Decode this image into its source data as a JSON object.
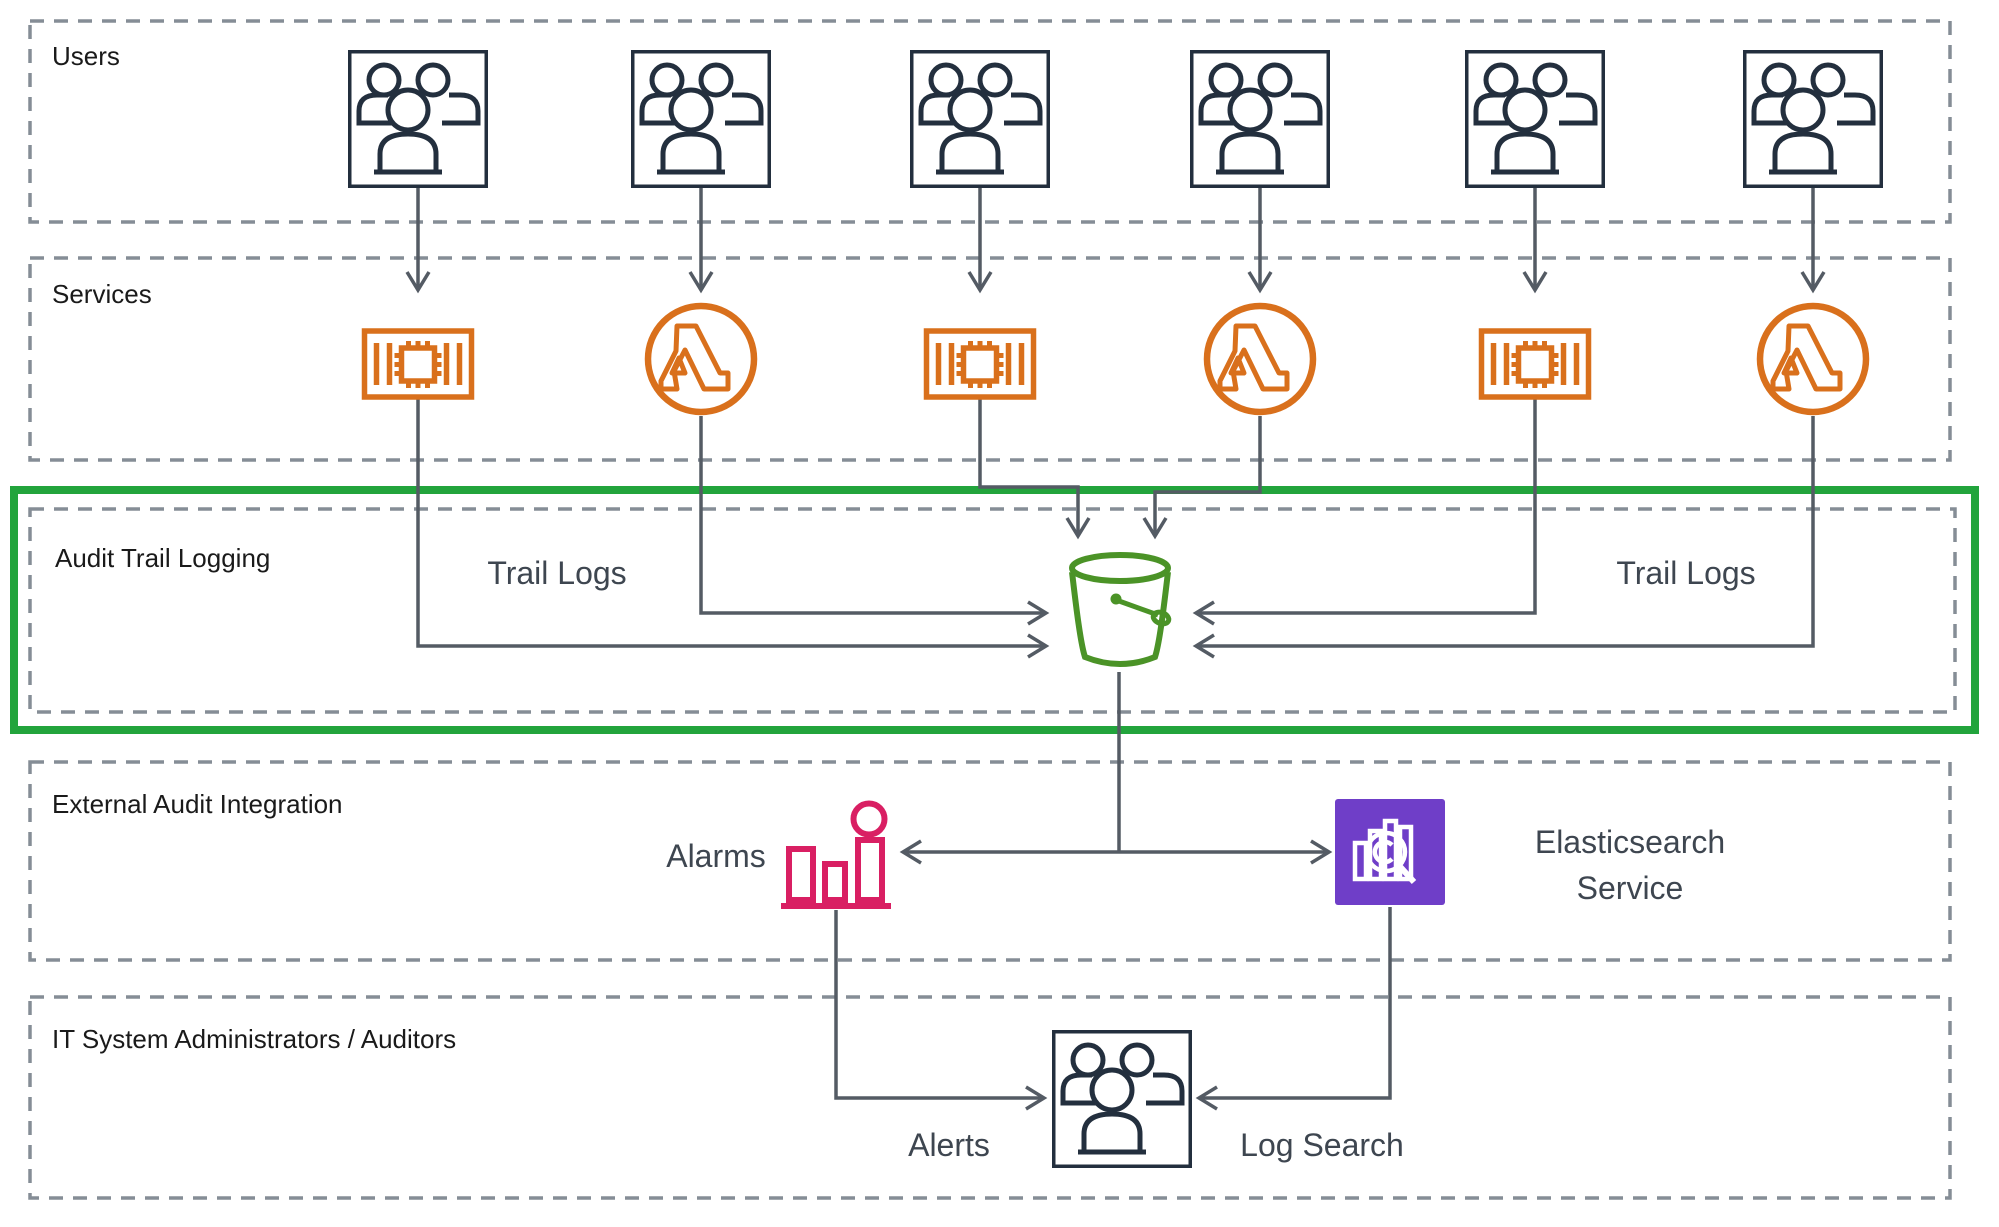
{
  "title": "Audit trail logging architecture diagram",
  "colors": {
    "green_border": "#22A43C",
    "bucket_green": "#4B9327",
    "aws_orange": "#D9701C",
    "alarm_pink": "#D91F63",
    "es_purple": "#6F3EC8",
    "icon_navy": "#232F3E",
    "line_gray": "#545B64",
    "dash_gray": "#858D96",
    "band_label": "#1A1A1A",
    "node_label": "#3E4650"
  },
  "bands": {
    "users": {
      "label": "Users"
    },
    "services": {
      "label": "Services"
    },
    "audit": {
      "label": "Audit Trail Logging"
    },
    "external": {
      "label": "External Audit Integration"
    },
    "admins": {
      "label": "IT System Administrators / Auditors"
    }
  },
  "nodes": {
    "trail_logs_left": "Trail Logs",
    "trail_logs_right": "Trail Logs",
    "alarms": "Alarms",
    "elasticsearch_line1": "Elasticsearch",
    "elasticsearch_line2": "Service",
    "alerts": "Alerts",
    "log_search": "Log Search"
  },
  "icons": {
    "users": "users-group-icon",
    "container": "container-service-icon",
    "lambda": "lambda-function-icon",
    "bucket": "s3-bucket-icon",
    "alarm": "cloudwatch-alarm-icon",
    "elasticsearch": "elasticsearch-service-icon",
    "admins": "admin-users-icon"
  }
}
